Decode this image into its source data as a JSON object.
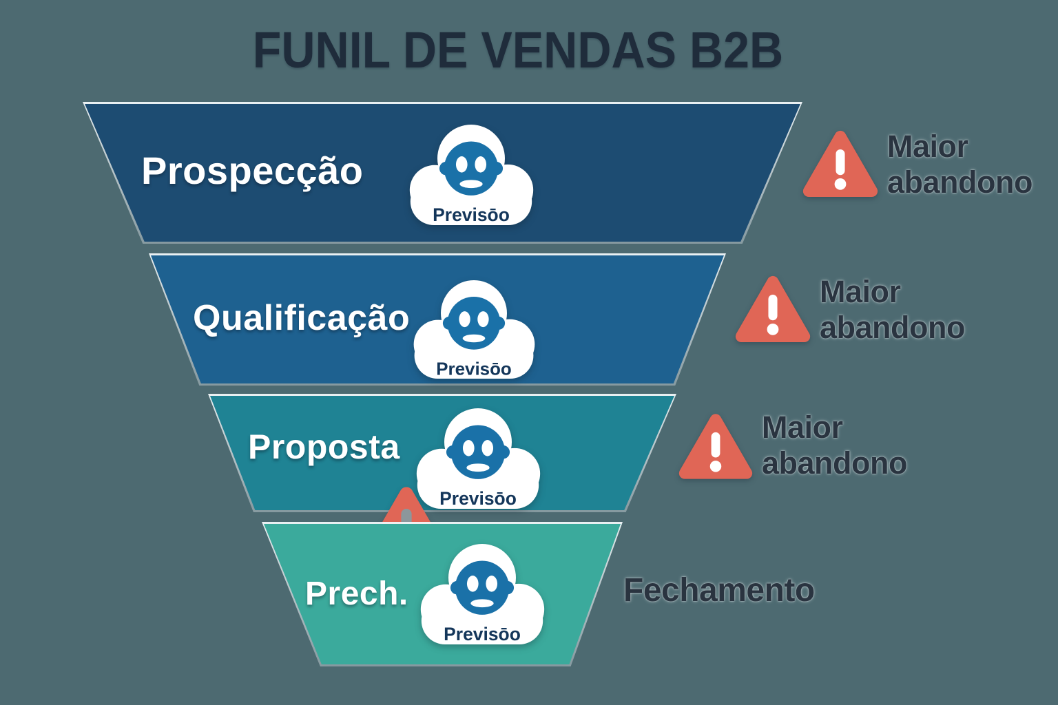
{
  "title": "FUNIL DE VENDAS B2B",
  "funnel": {
    "stages": [
      {
        "label": "Prospecção",
        "cloud_badge": "Previsōo",
        "fill": "#1D4C72"
      },
      {
        "label": "Qualificação",
        "cloud_badge": "Previsōo",
        "fill": "#1E6190"
      },
      {
        "label": "Proposta",
        "cloud_badge": "Previsōo",
        "fill": "#1F8394"
      },
      {
        "label": "Prech.",
        "cloud_badge": "Previsōo",
        "fill": "#3BAA9C"
      }
    ]
  },
  "annotations": [
    {
      "type": "warning",
      "label": "Maior abandono"
    },
    {
      "type": "warning",
      "label": "Maior abandono"
    },
    {
      "type": "warning",
      "label": "Maior abandono"
    },
    {
      "type": "closing",
      "label": "Fechamento"
    }
  ],
  "icons": {
    "warning": "warning-triangle-icon",
    "cloud": "previsao-cloud-icon"
  },
  "colors": {
    "background": "#4D6A71",
    "warning_triangle": "#E06656",
    "title_text": "#1F2C3B",
    "annotation_text": "#2A3440",
    "cloud_text": "#14365A",
    "face_blue": "#1A71A8"
  }
}
